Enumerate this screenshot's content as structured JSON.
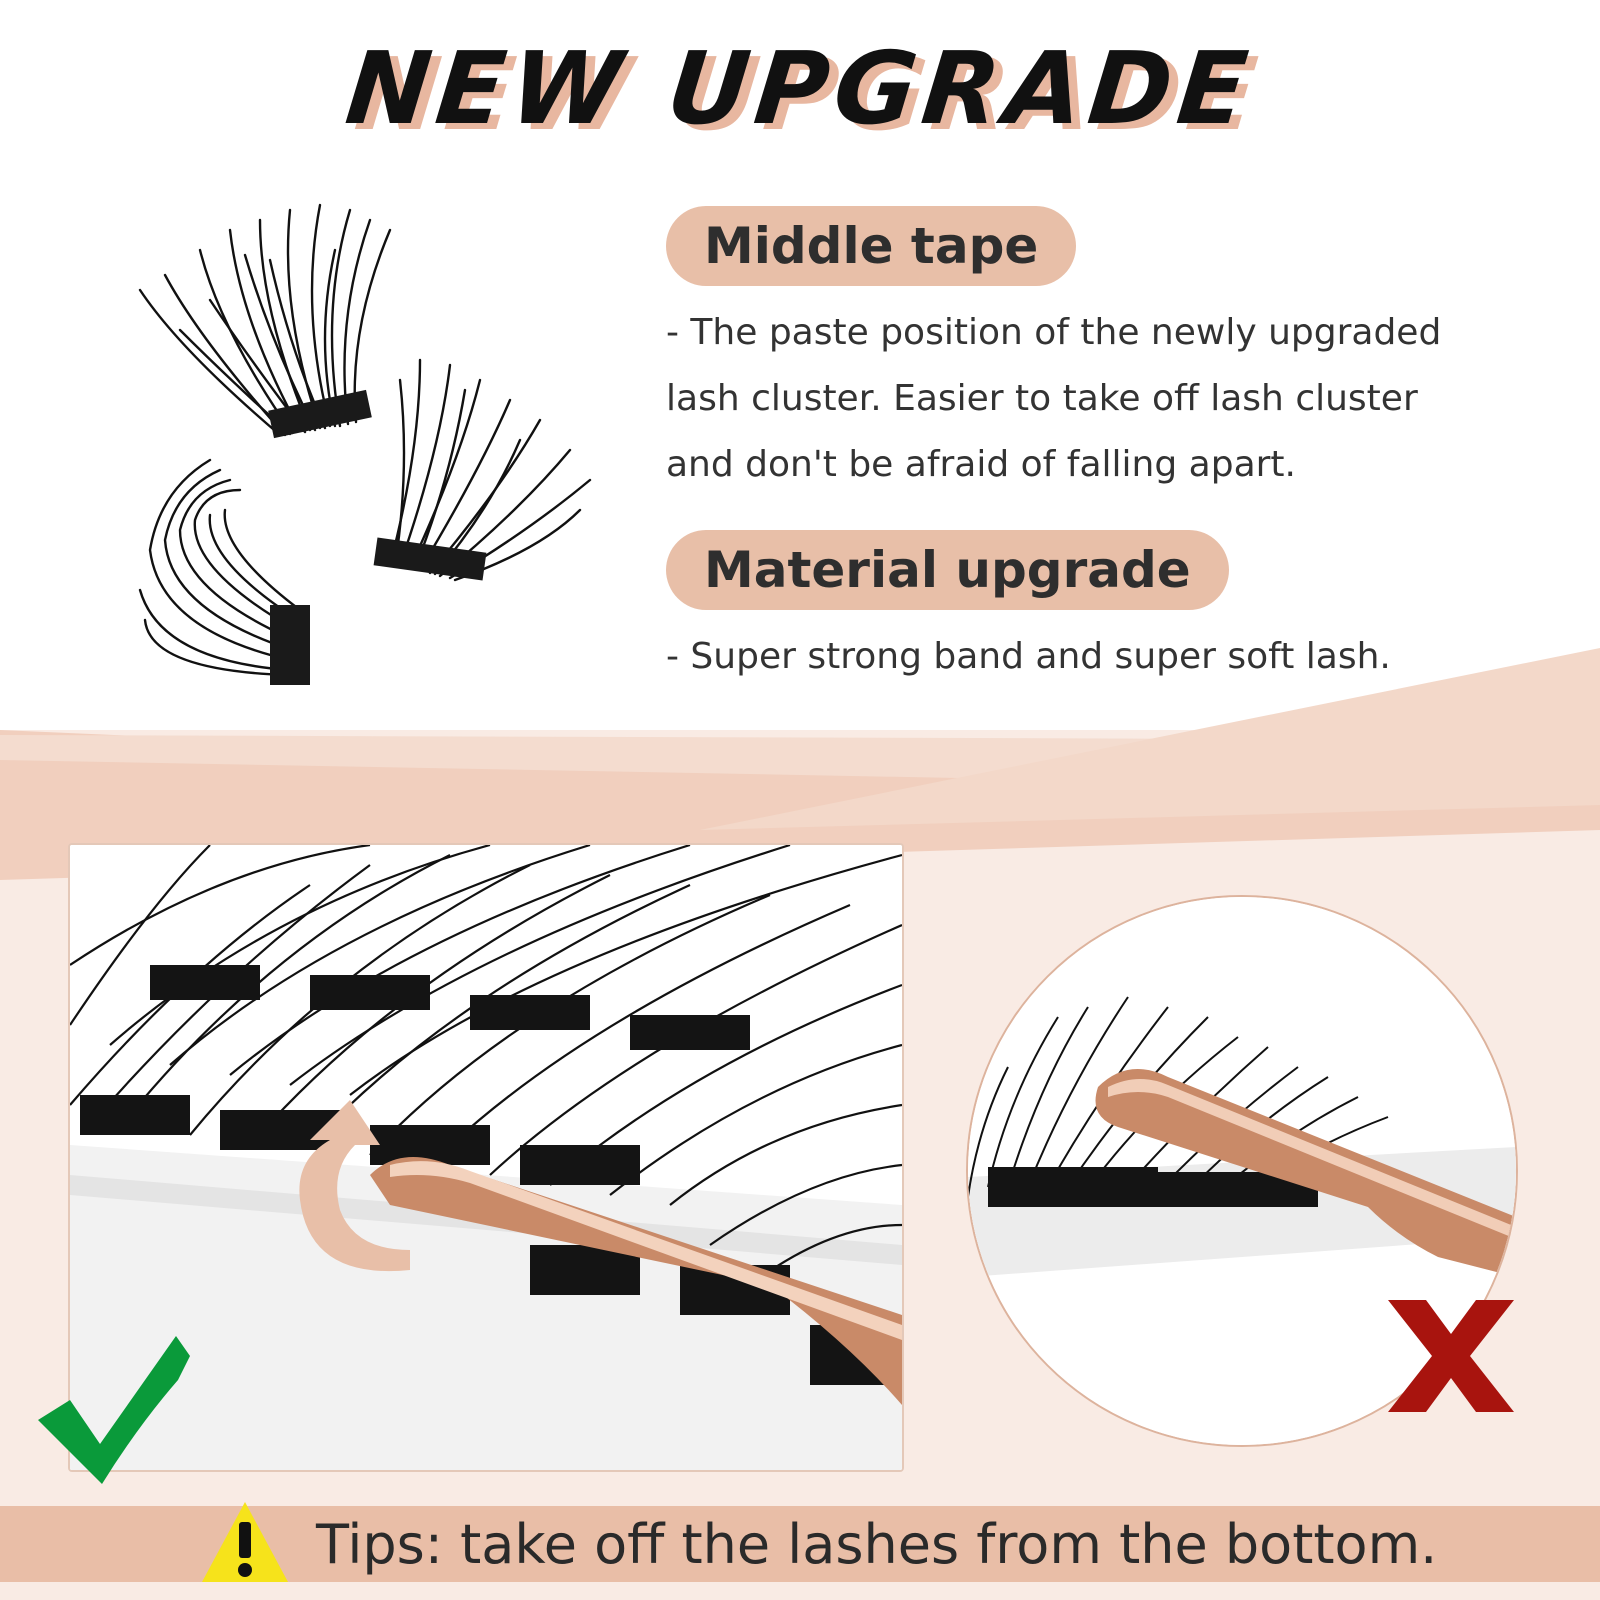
{
  "headline": "NEW UPGRADE",
  "features": [
    {
      "title": "Middle tape",
      "lines": [
        "- The paste position of the newly upgraded",
        "lash cluster. Easier to take off lash cluster",
        "and don't be afraid of falling apart."
      ]
    },
    {
      "title": "Material upgrade",
      "lines": [
        "- Super strong band and super soft lash."
      ]
    }
  ],
  "tip": "Tips: take off the lashes from the bottom.",
  "icons": {
    "correct": "checkmark-icon",
    "wrong": "x-mark-icon",
    "warning": "warning-icon",
    "direction": "curved-arrow-icon"
  },
  "colors": {
    "accent_peach": "#e8bfa8",
    "background_pink": "#f9ebe4",
    "check_green": "#0a9a3a",
    "cross_red": "#a8140e",
    "warning_yellow": "#f6e31b",
    "tweezer_rose_gold": "#c98a68"
  }
}
